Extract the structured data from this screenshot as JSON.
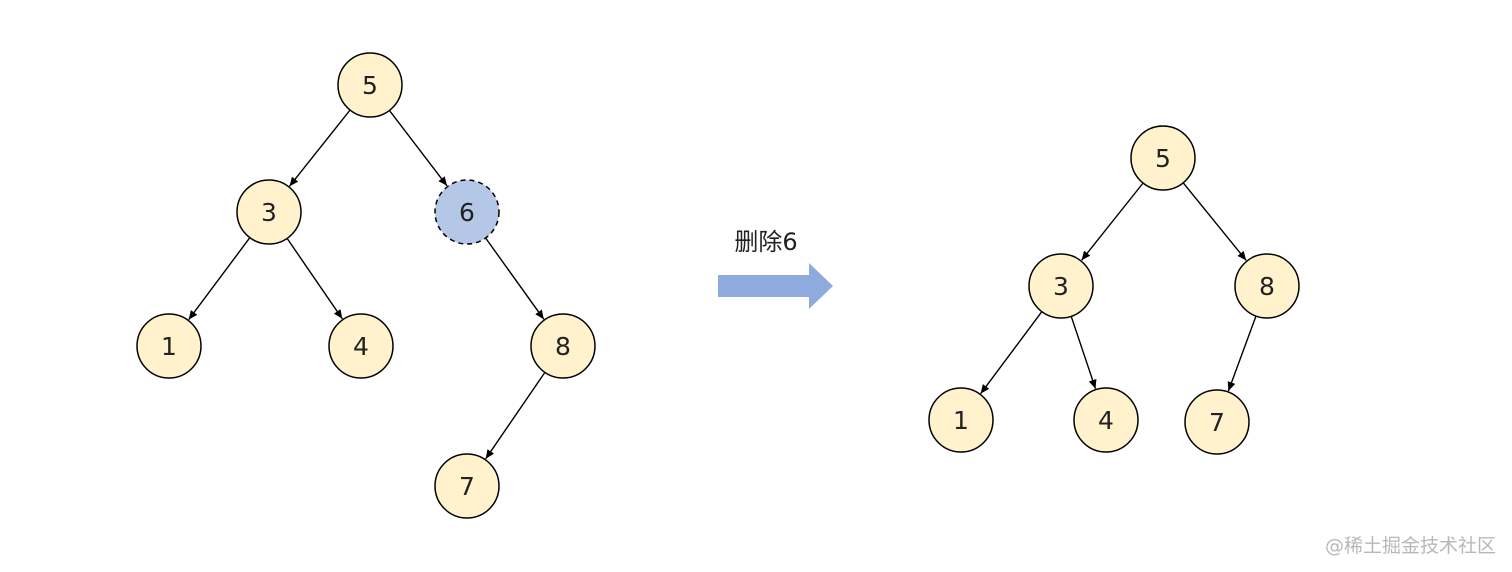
{
  "colors": {
    "node_fill": "#fff2cc",
    "node_stroke": "#000000",
    "deleted_fill": "#b4c7e7",
    "arrow_fill": "#8faadc",
    "edge": "#000000"
  },
  "before_tree": {
    "nodes": [
      {
        "id": "b5",
        "label": "5"
      },
      {
        "id": "b3",
        "label": "3"
      },
      {
        "id": "b6",
        "label": "6",
        "state": "deleted"
      },
      {
        "id": "b1",
        "label": "1"
      },
      {
        "id": "b4",
        "label": "4"
      },
      {
        "id": "b8",
        "label": "8"
      },
      {
        "id": "b7",
        "label": "7"
      }
    ],
    "edges": [
      {
        "from": "b5",
        "to": "b3"
      },
      {
        "from": "b5",
        "to": "b6"
      },
      {
        "from": "b3",
        "to": "b1"
      },
      {
        "from": "b3",
        "to": "b4"
      },
      {
        "from": "b6",
        "to": "b8"
      },
      {
        "from": "b8",
        "to": "b7"
      }
    ]
  },
  "after_tree": {
    "nodes": [
      {
        "id": "a5",
        "label": "5"
      },
      {
        "id": "a3",
        "label": "3"
      },
      {
        "id": "a8",
        "label": "8"
      },
      {
        "id": "a1",
        "label": "1"
      },
      {
        "id": "a4",
        "label": "4"
      },
      {
        "id": "a7",
        "label": "7"
      }
    ],
    "edges": [
      {
        "from": "a5",
        "to": "a3"
      },
      {
        "from": "a5",
        "to": "a8"
      },
      {
        "from": "a3",
        "to": "a1"
      },
      {
        "from": "a3",
        "to": "a4"
      },
      {
        "from": "a8",
        "to": "a7"
      }
    ]
  },
  "transition": {
    "caption": "删除6",
    "arrow_icon": "right-arrow-icon"
  },
  "watermark": "@稀土掘金技术社区"
}
